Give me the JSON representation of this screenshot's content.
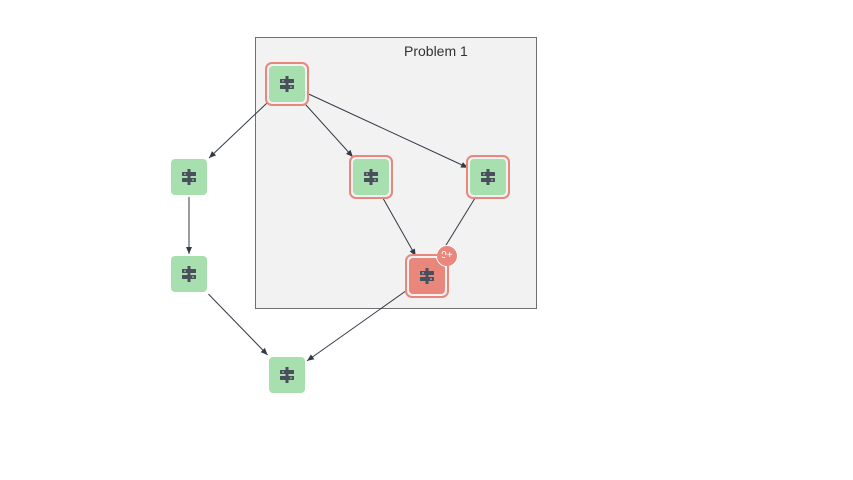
{
  "group": {
    "title": "Problem 1"
  },
  "colors": {
    "node_ok": "#a8dfae",
    "node_problem": "#e8877c",
    "flag_outline": "#e8877c",
    "group_bg": "#f2f2f2",
    "edge": "#333a45",
    "icon": "#4a4f5c"
  },
  "nodes": [
    {
      "id": "n1",
      "status": "ok",
      "flagged": true,
      "icon": "network-switch-icon"
    },
    {
      "id": "n2",
      "status": "ok",
      "flagged": false,
      "icon": "network-switch-icon"
    },
    {
      "id": "n3",
      "status": "ok",
      "flagged": true,
      "icon": "network-switch-icon"
    },
    {
      "id": "n4",
      "status": "ok",
      "flagged": true,
      "icon": "network-switch-icon"
    },
    {
      "id": "n5",
      "status": "ok",
      "flagged": false,
      "icon": "network-switch-icon"
    },
    {
      "id": "n6",
      "status": "problem",
      "flagged": true,
      "icon": "network-switch-icon",
      "badge": "9+"
    },
    {
      "id": "n7",
      "status": "ok",
      "flagged": false,
      "icon": "network-switch-icon"
    }
  ],
  "edges": [
    {
      "from": "n1",
      "to": "n2"
    },
    {
      "from": "n1",
      "to": "n3"
    },
    {
      "from": "n1",
      "to": "n4"
    },
    {
      "from": "n2",
      "to": "n5"
    },
    {
      "from": "n3",
      "to": "n6"
    },
    {
      "from": "n4",
      "to": "n6"
    },
    {
      "from": "n5",
      "to": "n7"
    },
    {
      "from": "n6",
      "to": "n7"
    }
  ]
}
